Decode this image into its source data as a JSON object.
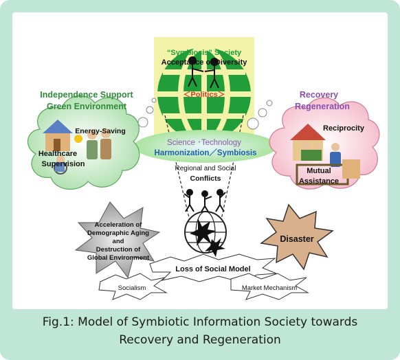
{
  "diagram": {
    "top": {
      "title": "“Symbiosis” Society",
      "subtitle": "Acceptance of Diversity",
      "politics": "＜Politics＞",
      "science": "Science ･Technology",
      "harmonization": "Harmonization／Symbiosis"
    },
    "left": {
      "heading1": "Independence Support",
      "heading2": "Green Environment",
      "energy": "Energy-Saving",
      "health1": "Healthcare",
      "health2": "Supervision"
    },
    "right": {
      "heading1": "Recovery",
      "heading2": "Regeneration",
      "reciprocity": "Reciprocity",
      "mutual1": "Mutual",
      "mutual2": "Assistance"
    },
    "middle": {
      "conflict1": "Regional and Social",
      "conflict2": "Conflicts"
    },
    "lower_left": {
      "line1": "Acceleration of",
      "line2": "Demographic Aging",
      "line3": "and",
      "line4": "Destruction of",
      "line5": "Global Environment"
    },
    "disaster": "Disaster",
    "bottom": {
      "loss": "Loss of Social Model",
      "socialism": "Socialism",
      "market": "Market Mechanism"
    },
    "colors": {
      "frame": "#bfe6d6",
      "green_heading": "#2e8b3a",
      "purple_heading": "#8a4fb0",
      "globe_green": "#1f9e3a",
      "symbiosis_bg": "#f2f2a8",
      "politics_red": "#e03a2a",
      "harmonization_blue": "#1f5fb0",
      "disaster_fill": "#d9b08c"
    }
  },
  "caption": {
    "line1": "Fig.1:  Model of Symbiotic Information Society towards",
    "line2": "Recovery and  Regeneration"
  }
}
